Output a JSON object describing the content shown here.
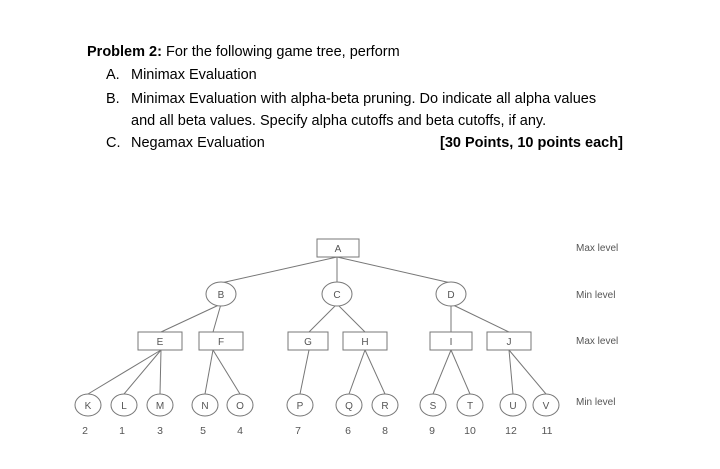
{
  "problem": {
    "heading": "Problem 2:",
    "intro": "For the following game tree, perform",
    "items": [
      {
        "marker": "A.",
        "text": "Minimax Evaluation"
      },
      {
        "marker": "B.",
        "text": "Minimax Evaluation with alpha-beta pruning. Do indicate all alpha values"
      },
      {
        "marker": "",
        "text": "and all beta values. Specify alpha cutoffs and beta cutoffs, if any."
      },
      {
        "marker": "C.",
        "text": "Negamax Evaluation"
      }
    ],
    "points": "[30 Points, 10 points each]"
  },
  "tree": {
    "level_labels": [
      "Max level",
      "Min level",
      "Max level",
      "Min level"
    ],
    "nodes": {
      "A": "A",
      "B": "B",
      "C": "C",
      "D": "D",
      "E": "E",
      "F": "F",
      "G": "G",
      "H": "H",
      "I": "I",
      "J": "J",
      "K": "K",
      "L": "L",
      "M": "M",
      "N": "N",
      "O": "O",
      "P": "P",
      "Q": "Q",
      "R": "R",
      "S": "S",
      "T": "T",
      "U": "U",
      "V": "V"
    },
    "leaf_values": {
      "K": "2",
      "L": "1",
      "M": "3",
      "N": "5",
      "O": "4",
      "P": "7",
      "Q": "6",
      "R": "8",
      "S": "9",
      "T": "10",
      "U": "12",
      "V": "11"
    }
  }
}
